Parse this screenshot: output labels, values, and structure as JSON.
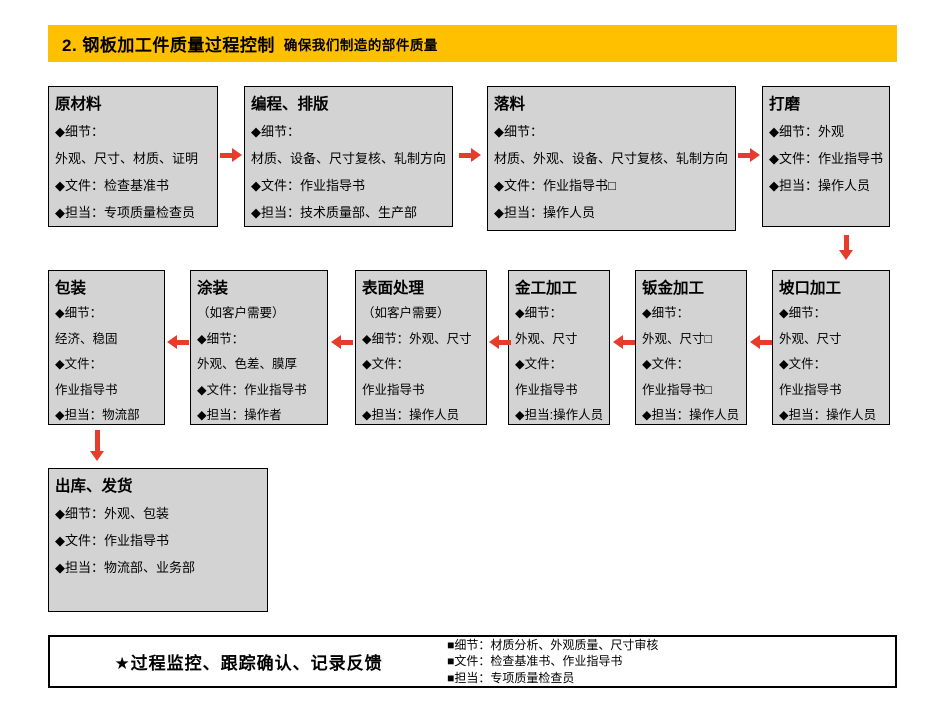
{
  "header": {
    "title": "2. 钢板加工件质量过程控制",
    "subtitle": "确保我们制造的部件质量"
  },
  "flow": {
    "boxes": [
      {
        "id": "raw-material",
        "title": "原材料",
        "lines": [
          "◆细节：",
          "外观、尺寸、材质、证明",
          "◆文件：检查基准书",
          "◆担当：专项质量检查员"
        ]
      },
      {
        "id": "programming-layout",
        "title": "编程、排版",
        "lines": [
          "◆细节：",
          "材质、设备、尺寸复核、轧制方向",
          "◆文件：作业指导书",
          "◆担当：技术质量部、生产部"
        ]
      },
      {
        "id": "blanking",
        "title": "落料",
        "lines": [
          "◆细节：",
          "材质、外观、设备、尺寸复核、轧制方向",
          "◆文件：作业指导书□",
          "◆担当：操作人员"
        ]
      },
      {
        "id": "grinding",
        "title": "打磨",
        "lines": [
          "◆细节：外观",
          "◆文件：作业指导书",
          "◆担当：操作人员"
        ]
      },
      {
        "id": "bevel-processing",
        "title": "坡口加工",
        "lines": [
          "◆细节：",
          "外观、尺寸",
          "◆文件：",
          "作业指导书",
          "◆担当：操作人员"
        ]
      },
      {
        "id": "sheet-metal-processing",
        "title": "钣金加工",
        "lines": [
          "◆细节：",
          "外观、尺寸□",
          "◆文件：",
          "作业指导书□",
          "◆担当：操作人员"
        ]
      },
      {
        "id": "metal-working",
        "title": "金工加工",
        "lines": [
          "◆细节：",
          "外观、尺寸",
          "◆文件：",
          "作业指导书",
          "◆担当:操作人员"
        ]
      },
      {
        "id": "surface-treatment",
        "title": "表面处理",
        "lines": [
          "（如客户需要）",
          "◆细节：外观、尺寸",
          "◆文件：",
          "作业指导书",
          "◆担当：操作人员"
        ]
      },
      {
        "id": "painting",
        "title": "涂装",
        "lines": [
          "（如客户需要）",
          "◆细节：",
          "外观、色差、膜厚",
          "◆文件：作业指导书",
          "◆担当：操作者"
        ]
      },
      {
        "id": "packaging",
        "title": "包装",
        "lines": [
          "◆细节：",
          "经济、稳固",
          "◆文件：",
          "作业指导书",
          "◆担当：物流部"
        ]
      },
      {
        "id": "outbound-shipping",
        "title": "出库、发货",
        "lines": [
          "◆细节：外观、包装",
          "◆文件：作业指导书",
          "◆担当：物流部、业务部"
        ]
      }
    ]
  },
  "footer": {
    "star_text": "★过程监控、跟踪确认、记录反馈",
    "bullets": [
      "■细节：材质分析、外观质量、尺寸审核",
      "■文件：检查基准书、作业指导书",
      "■担当：专项质量检查员"
    ]
  },
  "colors": {
    "header_bg": "#FFC000",
    "box_bg": "#D3D3D3",
    "arrow_red": "#E73B2C",
    "border": "#000000"
  }
}
